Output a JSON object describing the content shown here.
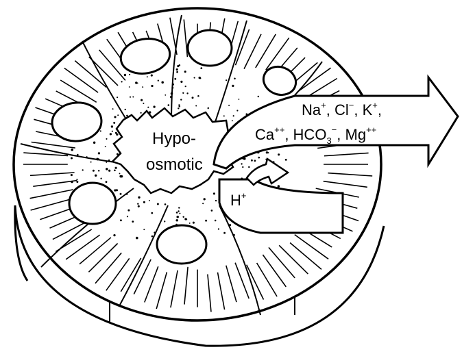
{
  "diagram": {
    "lumen_label_line1": "Hypo-",
    "lumen_label_line2": "osmotic",
    "secreted_ion": {
      "base": "H",
      "charge": "+"
    },
    "absorbed_ions_row1": [
      {
        "base": "Na",
        "charge": "+",
        "sep": ", "
      },
      {
        "base": "Cl",
        "charge": "−",
        "sep": ", "
      },
      {
        "base": "K",
        "charge": "+",
        "sep": ","
      }
    ],
    "absorbed_ions_row2": [
      {
        "base": "Ca",
        "charge": "++",
        "sep": ", "
      },
      {
        "base": "HCO",
        "sub": "3",
        "charge": "−",
        "sep": ", "
      },
      {
        "base": "Mg",
        "charge": "++",
        "sep": ""
      }
    ],
    "colors": {
      "ink": "#000000",
      "paper": "#ffffff"
    }
  }
}
